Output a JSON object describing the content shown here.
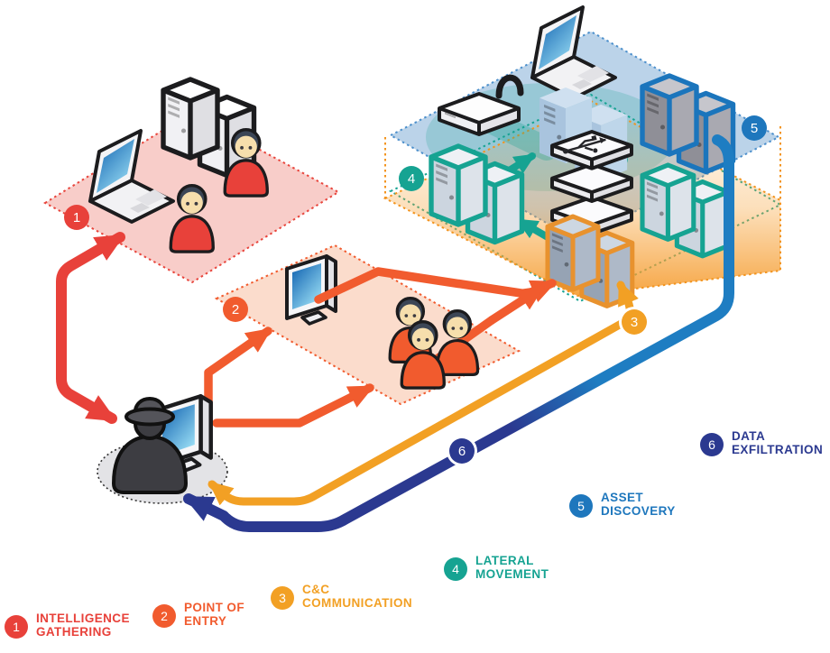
{
  "steps": [
    {
      "number": "1",
      "label_line1": "INTELLIGENCE",
      "label_line2": "GATHERING",
      "color": "#e8413a"
    },
    {
      "number": "2",
      "label_line1": "POINT OF",
      "label_line2": "ENTRY",
      "color": "#f15b2e"
    },
    {
      "number": "3",
      "label_line1": "C&C",
      "label_line2": "COMMUNICATION",
      "color": "#f2a024"
    },
    {
      "number": "4",
      "label_line1": "LATERAL",
      "label_line2": "MOVEMENT",
      "color": "#16a392"
    },
    {
      "number": "5",
      "label_line1": "ASSET",
      "label_line2": "DISCOVERY",
      "color": "#1e77bd"
    },
    {
      "number": "6",
      "label_line1": "DATA",
      "label_line2": "EXFILTRATION",
      "color": "#2b3990"
    }
  ],
  "palette": {
    "intelligence_plane_fill": "#f8cdc9",
    "entry_plane_fill": "#fbdccc",
    "network_plane_fill": "#b7d1e8",
    "compromised_zone_orange": "#f7a43b",
    "attacker_pad_gray": "#e3e3e6"
  },
  "scene": {
    "attacker": {
      "icon": "attacker-top-hat-at-monitor"
    },
    "intelligence_targets": {
      "icons": [
        "laptop",
        "server-pair",
        "employee",
        "employee"
      ]
    },
    "entry_targets": {
      "icons": [
        "desktop-monitor",
        "employee",
        "employee",
        "employee"
      ]
    },
    "corporate_network": {
      "icons": [
        "laptop",
        "wireless-router",
        "server-pair-blue",
        "usb-storage-stack",
        "asset-server-pair-gray",
        "server-pair-left",
        "server-pair-right",
        "compromised-server-pair"
      ]
    }
  }
}
